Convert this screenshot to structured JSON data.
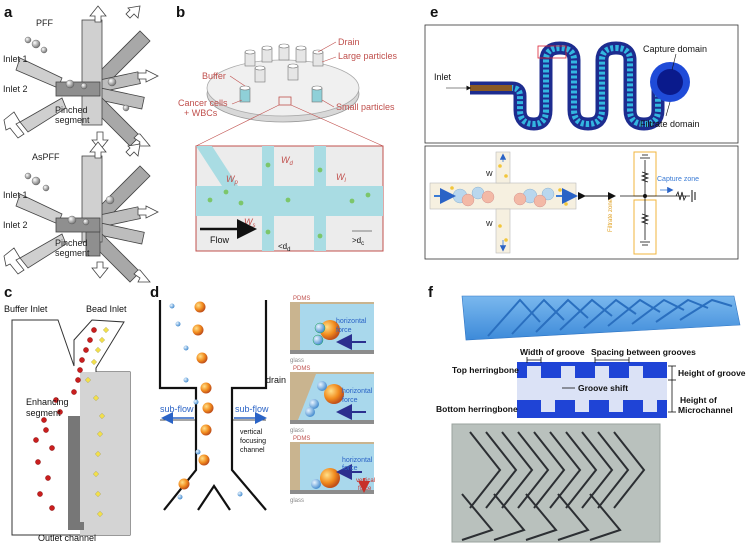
{
  "panels": {
    "a": {
      "letter": "a",
      "pff_title": "PFF",
      "aspff_title": "AsPFF",
      "inlet1": "Inlet 1",
      "inlet2": "Inlet 2",
      "pinched1": "Pinched",
      "pinched2": "segment"
    },
    "b": {
      "letter": "b",
      "drain": "Drain",
      "large_particles": "Large particles",
      "buffer": "Buffer",
      "cancer1": "Cancer cells",
      "cancer2": "+ WBCs",
      "small_particles": "Small particles",
      "wp": "W",
      "wp_sub": "p",
      "wd": "W",
      "wd_sub": "d",
      "wl": "W",
      "wl_sub": "l",
      "ws": "W",
      "ws_sub": "s",
      "flow": "Flow",
      "lt_dd": "<d",
      "lt_dd_sub": "d",
      "gt_dc": ">d",
      "gt_dc_sub": "c"
    },
    "c": {
      "letter": "c",
      "buffer_inlet": "Buffer Inlet",
      "bead_inlet": "Bead Inlet",
      "enhancing1": "Enhancing",
      "enhancing2": "segment",
      "outlet": "Outlet channel"
    },
    "d": {
      "letter": "d",
      "drain": "drain",
      "subflow": "sub-flow",
      "vertical1": "vertical",
      "vertical2": "focusing",
      "vertical3": "channel",
      "pdms": "PDMS",
      "glass": "glass",
      "horizontal": "horizontal",
      "force": "force",
      "vertical": "vertical"
    },
    "e": {
      "letter": "e",
      "inlet": "Inlet",
      "capture_domain": "Capture domain",
      "filtrate_domain": "Filtrate domain",
      "capture_zone": "Capture zone",
      "filtrate_zone": "Filtrate zone",
      "wc": "W",
      "wf": "W"
    },
    "f": {
      "letter": "f",
      "width_groove": "Width of groove",
      "spacing_grooves": "Spacing between grooves",
      "top_herringbone": "Top herringbone",
      "bottom_herringbone": "Bottom herringbone",
      "groove_shift": "Groove shift",
      "height_groove": "Height of groove",
      "height_channel1": "Height of",
      "height_channel2": "Microchannel"
    }
  },
  "colors": {
    "red_label": "#c0504d",
    "channel_blue": "#2a5fd6",
    "herringbone_blue": "#1f44d6",
    "particle_orange": "#f28c1e",
    "particle_blue": "#6aaee8",
    "tan": "#c9b48f"
  }
}
